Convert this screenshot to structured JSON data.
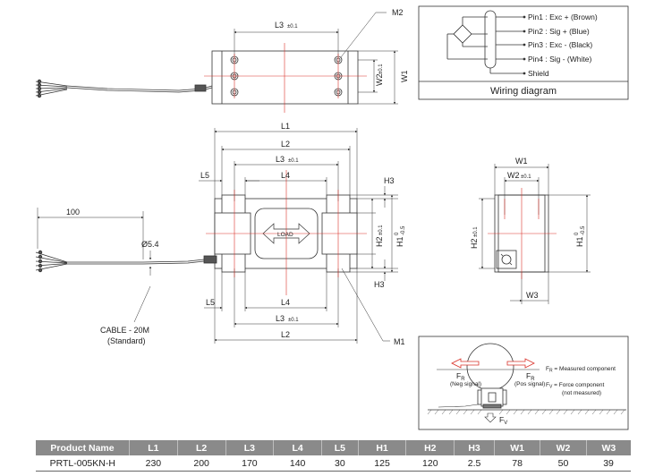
{
  "top_view": {
    "m2_label": "M2",
    "l3_label": "L3",
    "l3_tol": "±0.1",
    "w2_label": "W2",
    "w2_tol": "±0.1",
    "w1_label": "W1"
  },
  "wiring": {
    "pins": [
      "Pin1 : Exc + (Brown)",
      "Pin2 : Sig + (Blue)",
      "Pin3 : Exc - (Black)",
      "Pin4 : Sig - (White)",
      "Shield"
    ],
    "title": "Wiring diagram"
  },
  "front_view": {
    "l1": "L1",
    "l2": "L2",
    "l3": "L3",
    "l3_tol": "±0.1",
    "l4": "L4",
    "l5": "L5",
    "h3": "H3",
    "h2": "H2",
    "h2_tol": "±0.1",
    "h1": "H1",
    "h1_tol_top": "0",
    "h1_tol_bot": "-0.5",
    "load": "LOAD",
    "m1": "M1"
  },
  "cable": {
    "length": "100",
    "diameter": "Ø5.4",
    "note1": "CABLE - 20M",
    "note2": "(Standard)"
  },
  "side_view": {
    "w1": "W1",
    "w2": "W2",
    "w2_tol": "±0.1",
    "w3": "W3",
    "h2": "H2",
    "h2_tol": "±0.1",
    "h1": "H1",
    "h1_tol_top": "0",
    "h1_tol_bot": "-0.5"
  },
  "force_box": {
    "fr_left": "F",
    "fr_left_sub": "R",
    "neg": "(Neg signal)",
    "fr_right": "F",
    "fr_right_sub": "R",
    "pos": "(Pos signal)",
    "legend_fr": "= Measured component",
    "legend_fv": "= Force component",
    "legend_fv2": "(not measured)",
    "fv": "F",
    "fv_sub": "V"
  },
  "table": {
    "headers": [
      "Product Name",
      "L1",
      "L2",
      "L3",
      "L4",
      "L5",
      "H1",
      "H2",
      "H3",
      "W1",
      "W2",
      "W3"
    ],
    "rows": [
      [
        "PRTL-005KN-H",
        "230",
        "200",
        "170",
        "140",
        "30",
        "125",
        "120",
        "2.5",
        "78",
        "50",
        "39"
      ]
    ]
  },
  "colors": {
    "outline": "#333333",
    "red": "#d9332b",
    "header_bg": "#8a8a8a"
  }
}
